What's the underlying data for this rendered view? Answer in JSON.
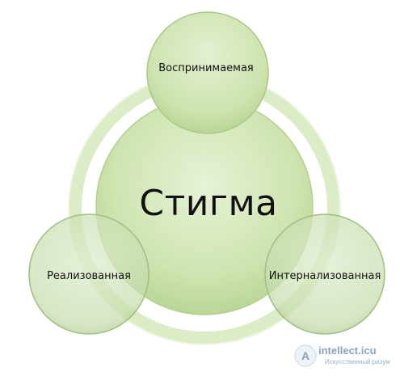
{
  "diagram": {
    "center": {
      "label": "Стигма"
    },
    "satellites": [
      {
        "id": "top",
        "label": "Воспринимаемая"
      },
      {
        "id": "left",
        "label": "Реализованная"
      },
      {
        "id": "right",
        "label": "Интернализованная"
      }
    ]
  },
  "watermark": {
    "text": "intellect.icu",
    "subtext": "Искусственный разум"
  },
  "colors": {
    "ring": "#d9ebc4",
    "center_fill": "#c9e2a6",
    "satellite_fill": "#d3e8b8",
    "translucent_fill": "#c5dcb0",
    "outline": "#a8c88a"
  }
}
